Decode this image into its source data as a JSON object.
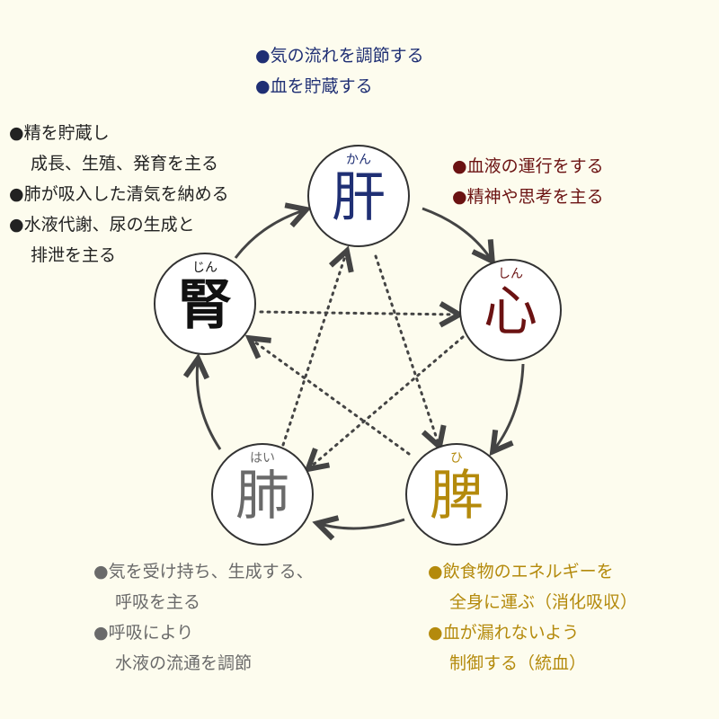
{
  "colors": {
    "liver": "#1f2f74",
    "heart": "#6b1212",
    "spleen": "#b48a0c",
    "lung": "#6a6a6a",
    "kidney": "#111111"
  },
  "nodes": {
    "liver": {
      "kanji": "肝",
      "ruby": "かん"
    },
    "heart": {
      "kanji": "心",
      "ruby": "しん"
    },
    "spleen": {
      "kanji": "脾",
      "ruby": "ひ"
    },
    "lung": {
      "kanji": "肺",
      "ruby": "はい"
    },
    "kidney": {
      "kanji": "腎",
      "ruby": "じん"
    }
  },
  "texts": {
    "liver": [
      "●気の流れを調節する",
      "●血を貯蔵する"
    ],
    "heart": [
      "●血液の運行をする",
      "●精神や思考を主る"
    ],
    "kidney": [
      "●精を貯蔵し",
      "成長、生殖、発育を主る",
      "●肺が吸入した清気を納める",
      "●水液代謝、尿の生成と",
      "排泄を主る"
    ],
    "lung": [
      "●気を受け持ち、生成する、",
      "呼吸を主る",
      "●呼吸により",
      "水液の流通を調節"
    ],
    "spleen": [
      "●飲食物のエネルギーを",
      "全身に運ぶ（消化吸収）",
      "●血が漏れないよう",
      "制御する（統血）"
    ]
  }
}
